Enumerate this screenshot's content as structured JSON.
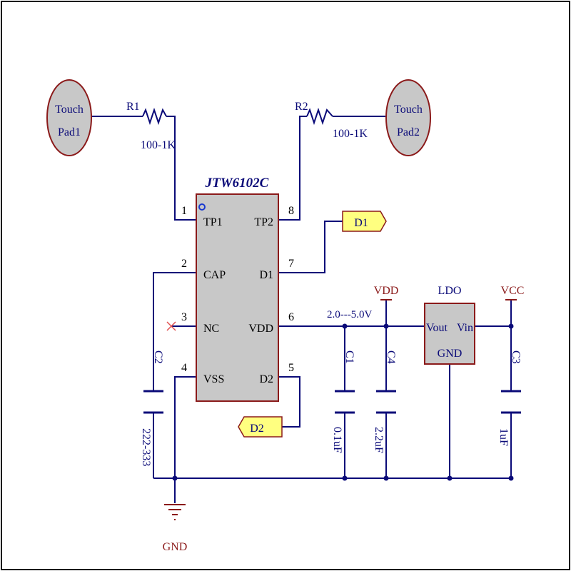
{
  "touch_pads": [
    {
      "line1": "Touch",
      "line2": "Pad1"
    },
    {
      "line1": "Touch",
      "line2": "Pad2"
    }
  ],
  "resistors": [
    {
      "ref": "R1",
      "value": "100-1K"
    },
    {
      "ref": "R2",
      "value": "100-1K"
    }
  ],
  "ic": {
    "part": "JTW6102C",
    "pins": [
      {
        "num": "1",
        "name": "TP1"
      },
      {
        "num": "2",
        "name": "CAP"
      },
      {
        "num": "3",
        "name": "NC"
      },
      {
        "num": "4",
        "name": "VSS"
      },
      {
        "num": "8",
        "name": "TP2"
      },
      {
        "num": "7",
        "name": "D1"
      },
      {
        "num": "6",
        "name": "VDD"
      },
      {
        "num": "5",
        "name": "D2"
      }
    ]
  },
  "ports": {
    "d1": "D1",
    "d2": "D2"
  },
  "ldo": {
    "title": "LDO",
    "vout": "Vout",
    "vin": "Vin",
    "gnd": "GND"
  },
  "power": {
    "vdd": "VDD",
    "vcc": "VCC",
    "gnd": "GND",
    "range": "2.0---5.0V"
  },
  "capacitors": [
    {
      "ref": "C2",
      "value": "222-333"
    },
    {
      "ref": "C1",
      "value": "0.1uF"
    },
    {
      "ref": "C4",
      "value": "2.2uF"
    },
    {
      "ref": "C3",
      "value": "1uF"
    }
  ],
  "colors": {
    "wire": "#0a0a78",
    "body_fill": "#c8c8c8",
    "body_stroke": "#8b1a1a",
    "text_blue": "#0a0a78",
    "text_red": "#8b1a1a",
    "port_fill": "#ffff80",
    "no_connect": "#e05050"
  }
}
